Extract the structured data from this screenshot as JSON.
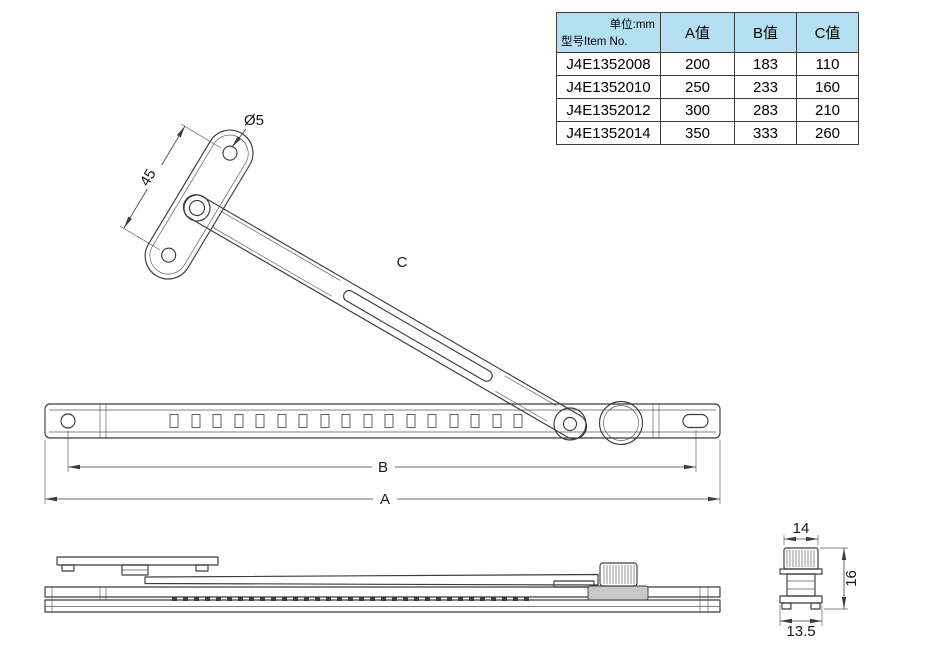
{
  "table": {
    "unit_label": "单位:mm",
    "item_label": "型号Item No.",
    "columns": {
      "a": "A值",
      "b": "B值",
      "c": "C值"
    },
    "rows": [
      {
        "item": "J4E1352008",
        "a": "200",
        "b": "183",
        "c": "110"
      },
      {
        "item": "J4E1352010",
        "a": "250",
        "b": "233",
        "c": "160"
      },
      {
        "item": "J4E1352012",
        "a": "300",
        "b": "283",
        "c": "210"
      },
      {
        "item": "J4E1352014",
        "a": "350",
        "b": "333",
        "c": "260"
      }
    ]
  },
  "drawing": {
    "hole_dia_label": "Ø5",
    "plate_length_label": "45",
    "arm_length_label": "C",
    "span_b_label": "B",
    "span_a_label": "A",
    "knob_width_label": "14",
    "height_label": "16",
    "base_width_label": "13.5"
  },
  "colors": {
    "line": "#3c3c3c",
    "table_header_bg": "#b5e0f2",
    "table_border": "#3c3c3c",
    "page_bg": "#ffffff"
  }
}
